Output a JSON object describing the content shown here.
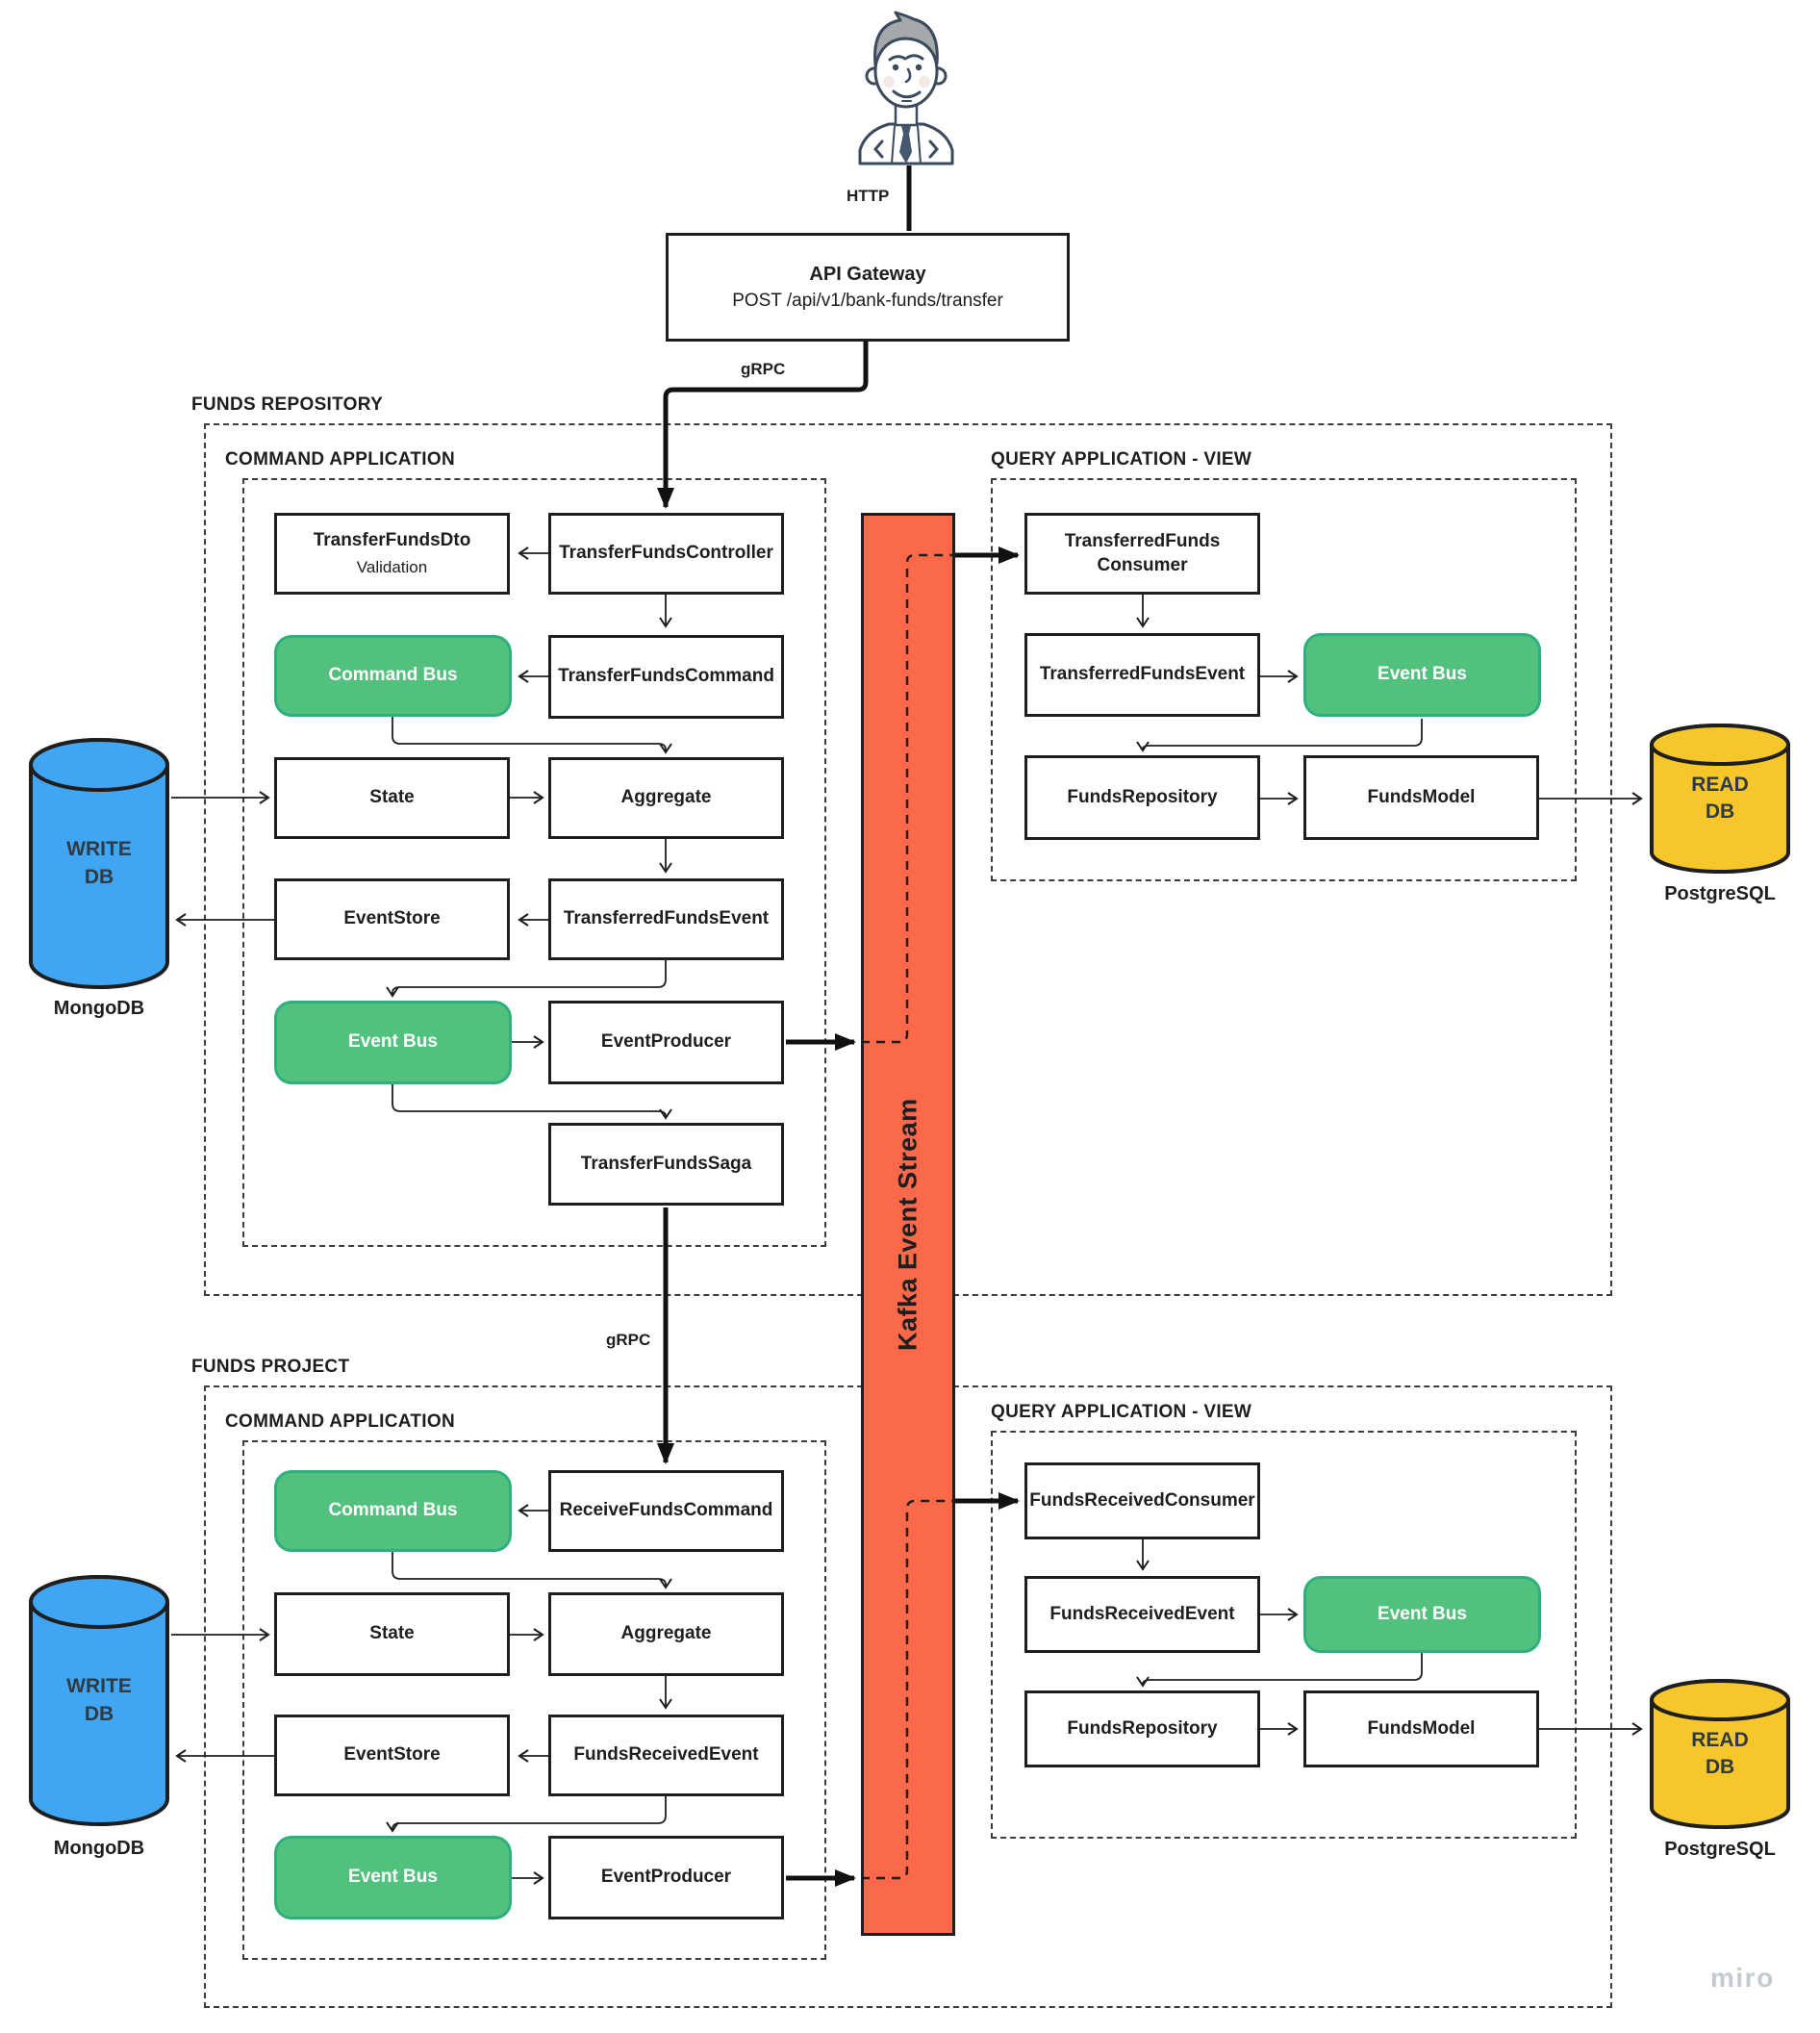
{
  "colors": {
    "green_fill": "#53C17E",
    "green_border": "#2FAF7D",
    "blue_db": "#40A5F3",
    "yellow_db": "#F6C62B",
    "red_kafka": "#F9694A",
    "ink": "#1E1E1E"
  },
  "actor": {
    "http_label": "HTTP"
  },
  "api_gateway": {
    "title": "API Gateway",
    "subtitle": "POST /api/v1/bank-funds/transfer",
    "grpc_label": "gRPC"
  },
  "kafka_bar": {
    "label": "Kafka Event Stream"
  },
  "watermark": {
    "label": "miro"
  },
  "funds_repository": {
    "title": "FUNDS REPOSITORY",
    "command_application": {
      "title": "COMMAND APPLICATION",
      "dto": {
        "title": "TransferFundsDto",
        "subtitle": "Validation"
      },
      "controller": "TransferFundsController",
      "command_bus": "Command Bus",
      "command": "TransferFundsCommand",
      "state": "State",
      "aggregate": "Aggregate",
      "event_store": "EventStore",
      "event": "TransferredFundsEvent",
      "event_bus": "Event Bus",
      "event_producer": "EventProducer",
      "saga": "TransferFundsSaga"
    },
    "query_application": {
      "title": "QUERY APPLICATION - VIEW",
      "consumer": "TransferredFunds Consumer",
      "event": "TransferredFundsEvent",
      "event_bus": "Event Bus",
      "repository": "FundsRepository",
      "model": "FundsModel"
    }
  },
  "funds_project": {
    "title": "FUNDS PROJECT",
    "grpc_label": "gRPC",
    "command_application": {
      "title": "COMMAND APPLICATION",
      "command_bus": "Command Bus",
      "receive_command": "ReceiveFundsCommand",
      "state": "State",
      "aggregate": "Aggregate",
      "event_store": "EventStore",
      "event": "FundsReceivedEvent",
      "event_bus": "Event Bus",
      "event_producer": "EventProducer"
    },
    "query_application": {
      "title": "QUERY APPLICATION - VIEW",
      "consumer": "FundsReceivedConsumer",
      "event": "FundsReceivedEvent",
      "event_bus": "Event Bus",
      "repository": "FundsRepository",
      "model": "FundsModel"
    }
  },
  "databases": {
    "write_db_top": {
      "name": "WRITE DB",
      "engine": "MongoDB"
    },
    "read_db_top": {
      "name": "READ DB",
      "engine": "PostgreSQL"
    },
    "write_db_bottom": {
      "name": "WRITE DB",
      "engine": "MongoDB"
    },
    "read_db_bottom": {
      "name": "READ DB",
      "engine": "PostgreSQL"
    }
  }
}
